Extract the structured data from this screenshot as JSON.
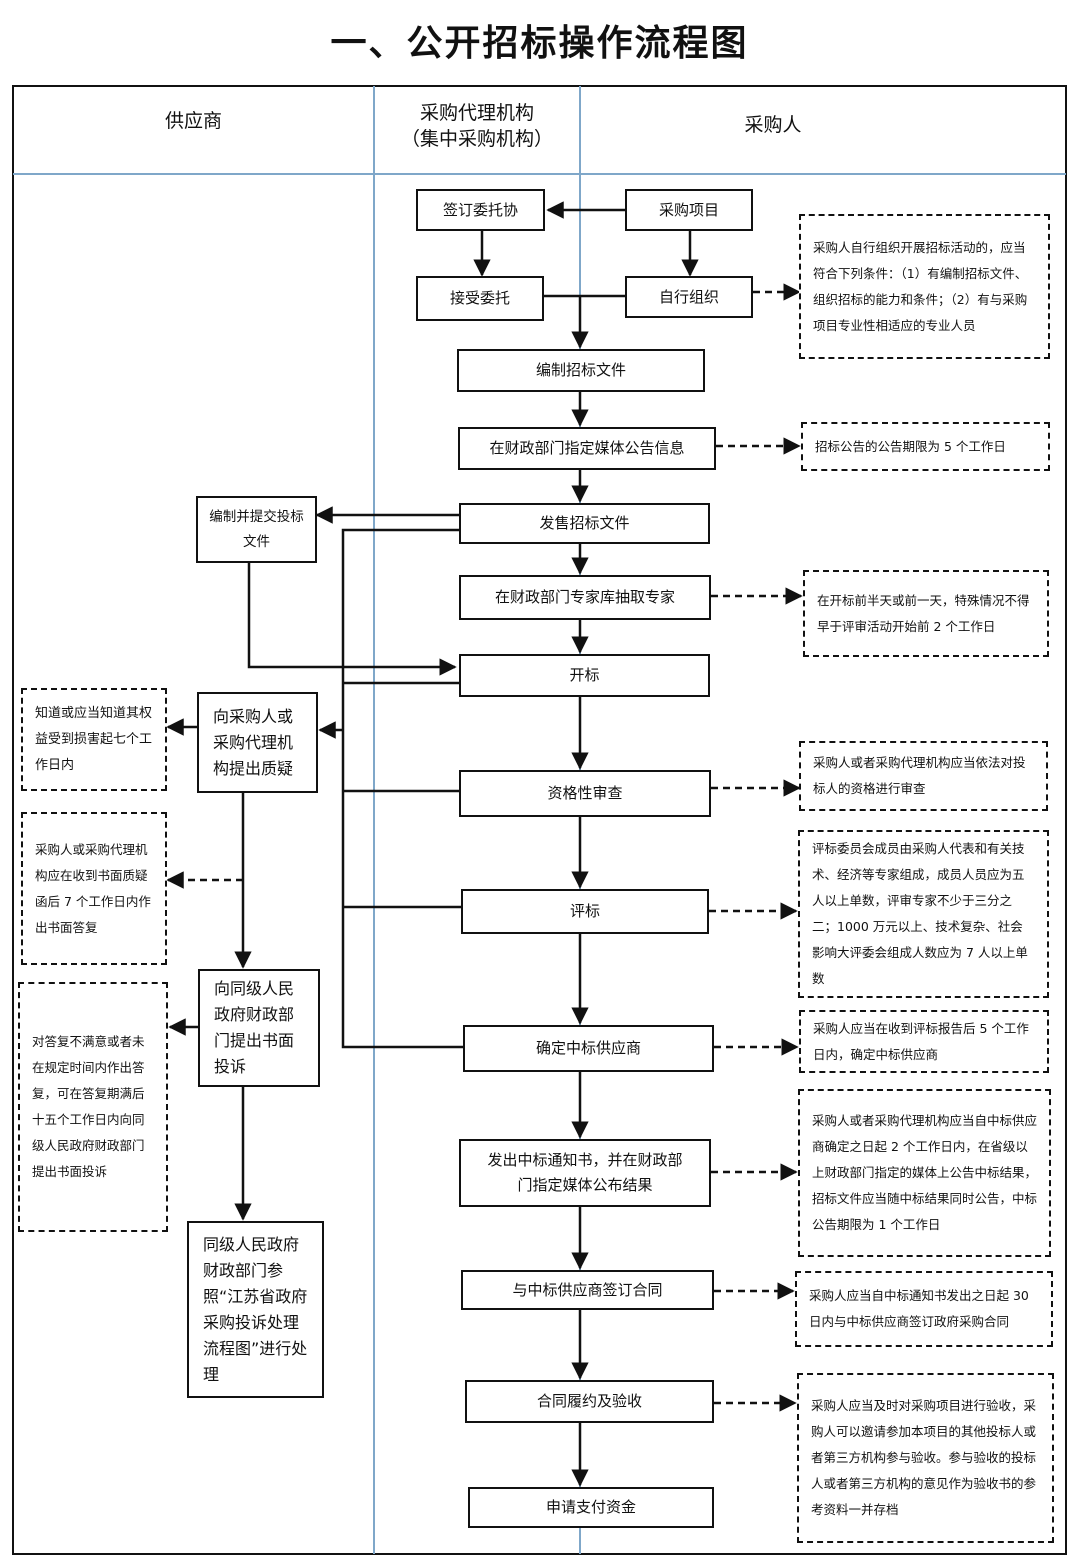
{
  "title": "一、公开招标操作流程图",
  "lanes": {
    "supplier": "供应商",
    "agency_line1": "采购代理机构",
    "agency_line2": "（集中采购机构）",
    "purchaser": "采购人"
  },
  "boxes": {
    "sign_agreement": "签订委托协",
    "purchase_project": "采购项目",
    "accept_entrust": "接受委托",
    "self_organize": "自行组织",
    "prepare_docs": "编制招标文件",
    "publish_info": "在财政部门指定媒体公告信息",
    "sell_docs": "发售招标文件",
    "prepare_bid": "编制并提交投标文件",
    "draw_experts": "在财政部门专家库抽取专家",
    "bid_opening": "开标",
    "raise_query": "向采购人或采购代理机构提出质疑",
    "qualification_review": "资格性审查",
    "evaluation": "评标",
    "complaint": "向同级人民政府财政部门提出书面投诉",
    "determine_winner": "确定中标供应商",
    "notice": "发出中标通知书，并在财政部门指定媒体公布结果",
    "sign_contract": "与中标供应商签订合同",
    "gov_process": "同级人民政府财政部门参照“江苏省政府采购投诉处理流程图”进行处理",
    "acceptance": "合同履约及验收",
    "payment": "申请支付资金"
  },
  "notes": {
    "self_org_conditions": "采购人自行组织开展招标活动的，应当符合下列条件：（1）有编制招标文件、组织招标的能力和条件；（2）有与采购项目专业性相适应的专业人员",
    "announcement_period": "招标公告的公告期限为 5 个工作日",
    "expert_timing": "在开标前半天或前一天，特殊情况不得早于评审活动开始前 2 个工作日",
    "query_deadline": "知道或应当知道其权益受到损害起七个工作日内",
    "qualification_note": "采购人或者采购代理机构应当依法对投标人的资格进行审查",
    "reply_deadline": "采购人或采购代理机构应在收到书面质疑函后 7 个工作日内作出书面答复",
    "committee_note": "评标委员会成员由采购人代表和有关技术、经济等专家组成，成员人员应为五人以上单数，评审专家不少于三分之二；1000 万元以上、技术复杂、社会影响大评委会组成人数应为 7 人以上单数",
    "complaint_deadline": "对答复不满意或者未在规定时间内作出答复，可在答复期满后十五个工作日内向同级人民政府财政部门提出书面投诉",
    "winner_note": "采购人应当在收到评标报告后 5 个工作日内，确定中标供应商",
    "publish_note": "采购人或者采购代理机构应当自中标供应商确定之日起 2 个工作日内，在省级以上财政部门指定的媒体上公告中标结果，招标文件应当随中标结果同时公告，中标公告期限为 1 个工作日",
    "contract_note": "采购人应当自中标通知书发出之日起 30 日内与中标供应商签订政府采购合同",
    "acceptance_note": "采购人应当及时对采购项目进行验收，采购人可以邀请参加本项目的其他投标人或者第三方机构参与验收。参与验收的投标人或者第三方机构的意见作为验收书的参考资料一并存档"
  }
}
